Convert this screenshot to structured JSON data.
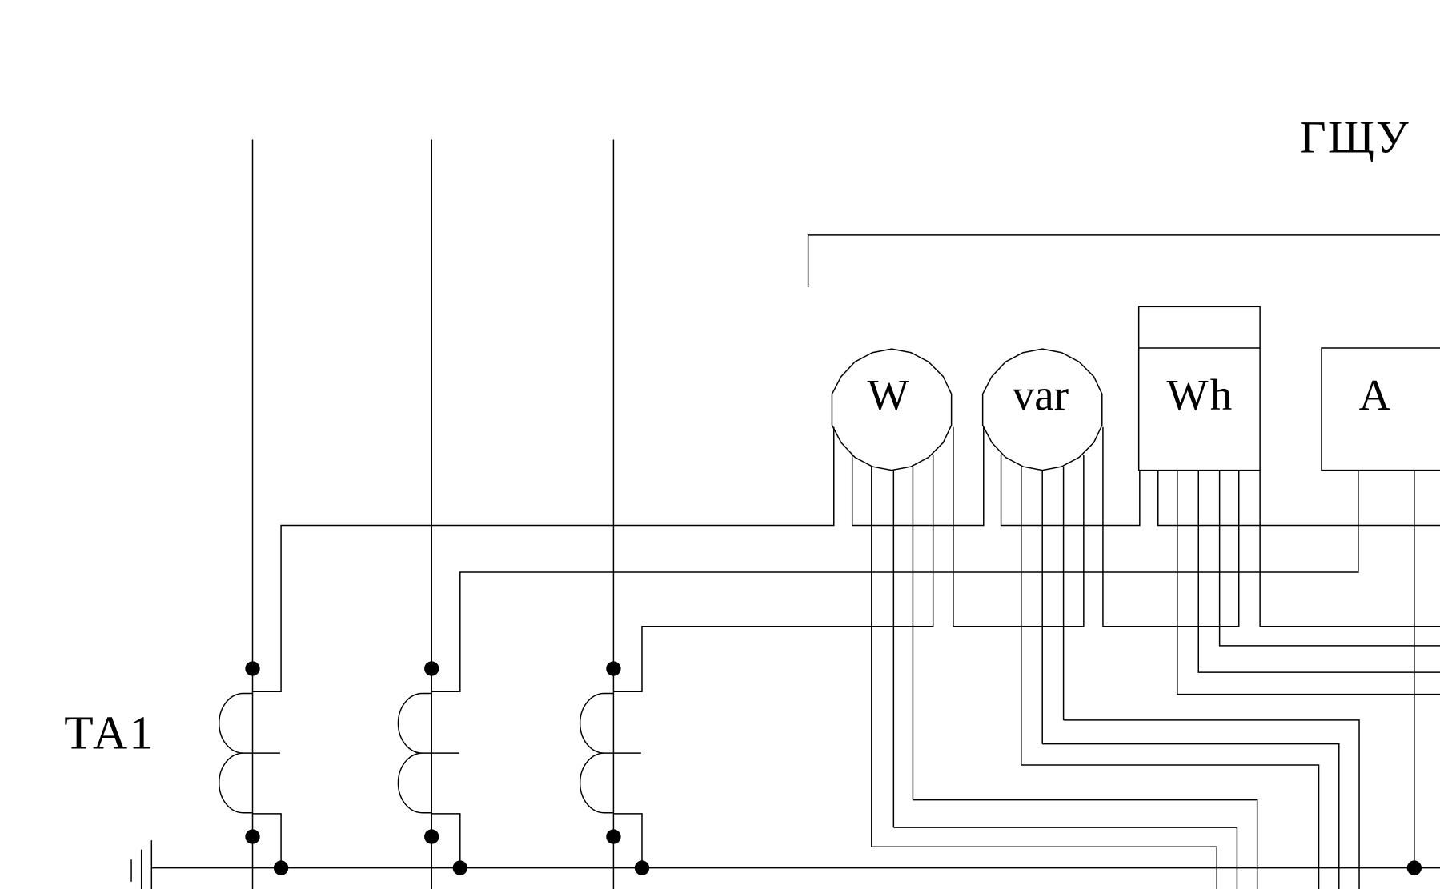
{
  "panel_label": "ГЩУ",
  "transformer_label": "ТА1",
  "instruments": {
    "wattmeter": "W",
    "varmeter": "var",
    "energy_meter": "Wh",
    "ammeter": "A"
  },
  "colors": {
    "line": "#000000",
    "background": "#ffffff"
  }
}
